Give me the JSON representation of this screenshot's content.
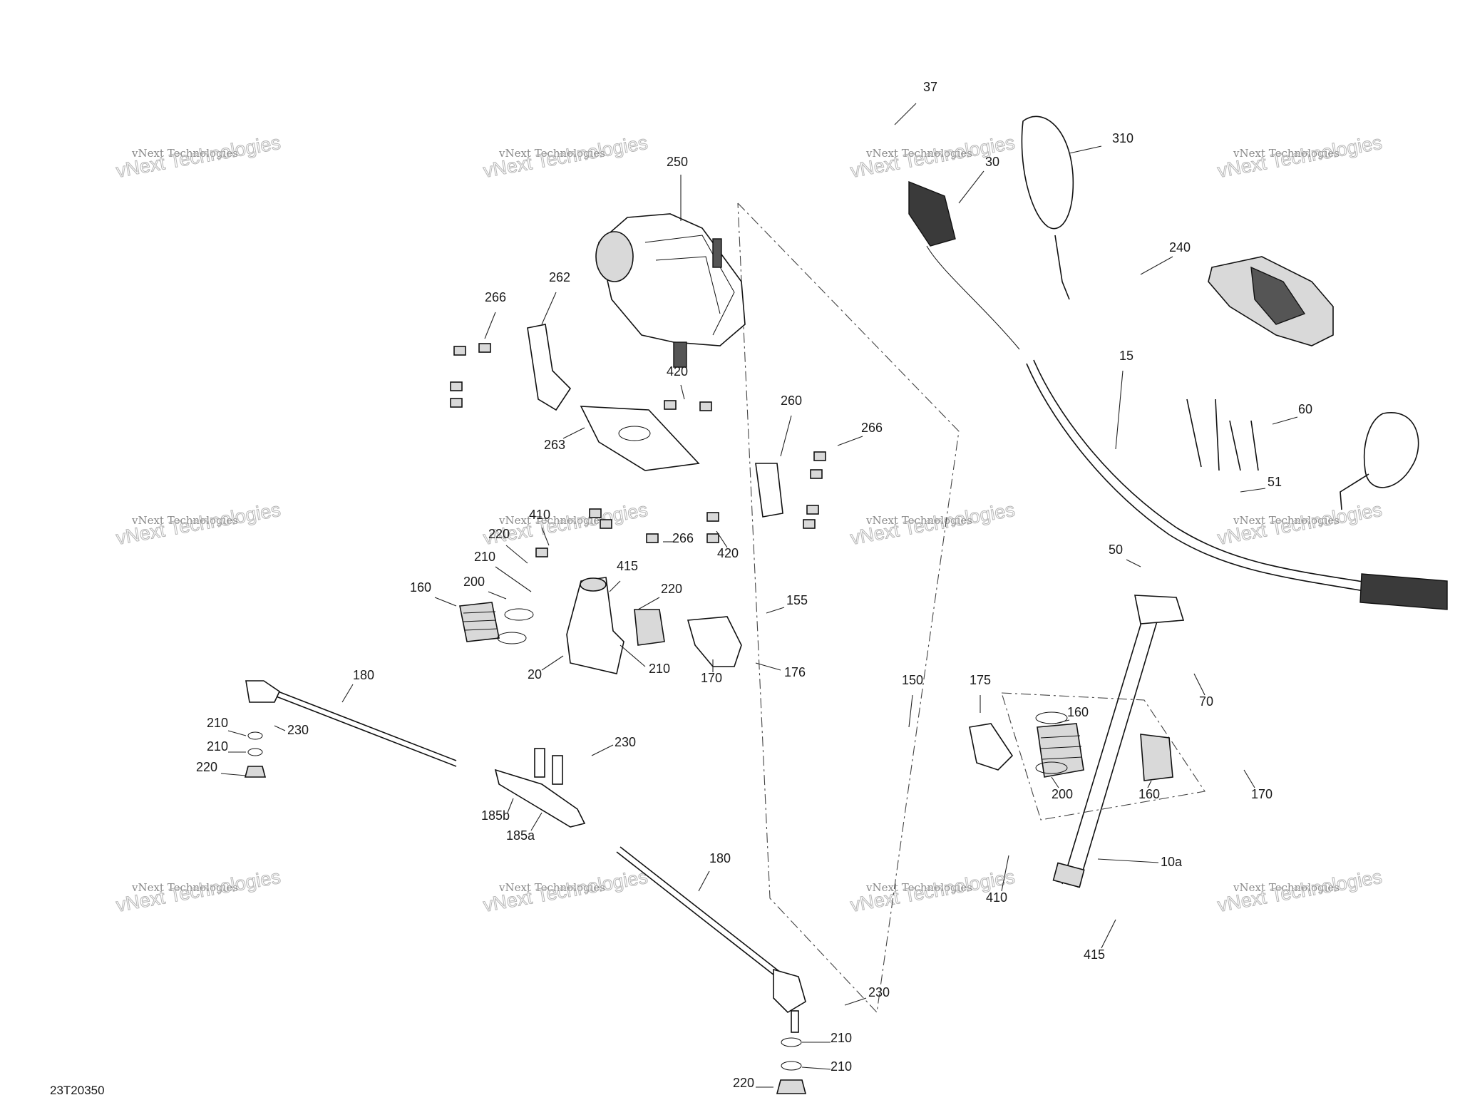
{
  "figure_id": "23T20350",
  "watermark": {
    "line1": "vNext Technologies",
    "line2": "vNext Technologies"
  },
  "callouts": [
    "37",
    "310",
    "30",
    "250",
    "240",
    "262",
    "266",
    "15",
    "60",
    "420",
    "260",
    "266",
    "263",
    "51",
    "410",
    "220",
    "266",
    "420",
    "210",
    "50",
    "415",
    "220",
    "155",
    "160",
    "200",
    "20",
    "210",
    "170",
    "176",
    "70",
    "180",
    "150",
    "175",
    "160",
    "210",
    "230",
    "210",
    "220",
    "230",
    "170",
    "200",
    "160",
    "185b",
    "185a",
    "10a",
    "180",
    "410",
    "415",
    "230",
    "210",
    "210",
    "220"
  ]
}
